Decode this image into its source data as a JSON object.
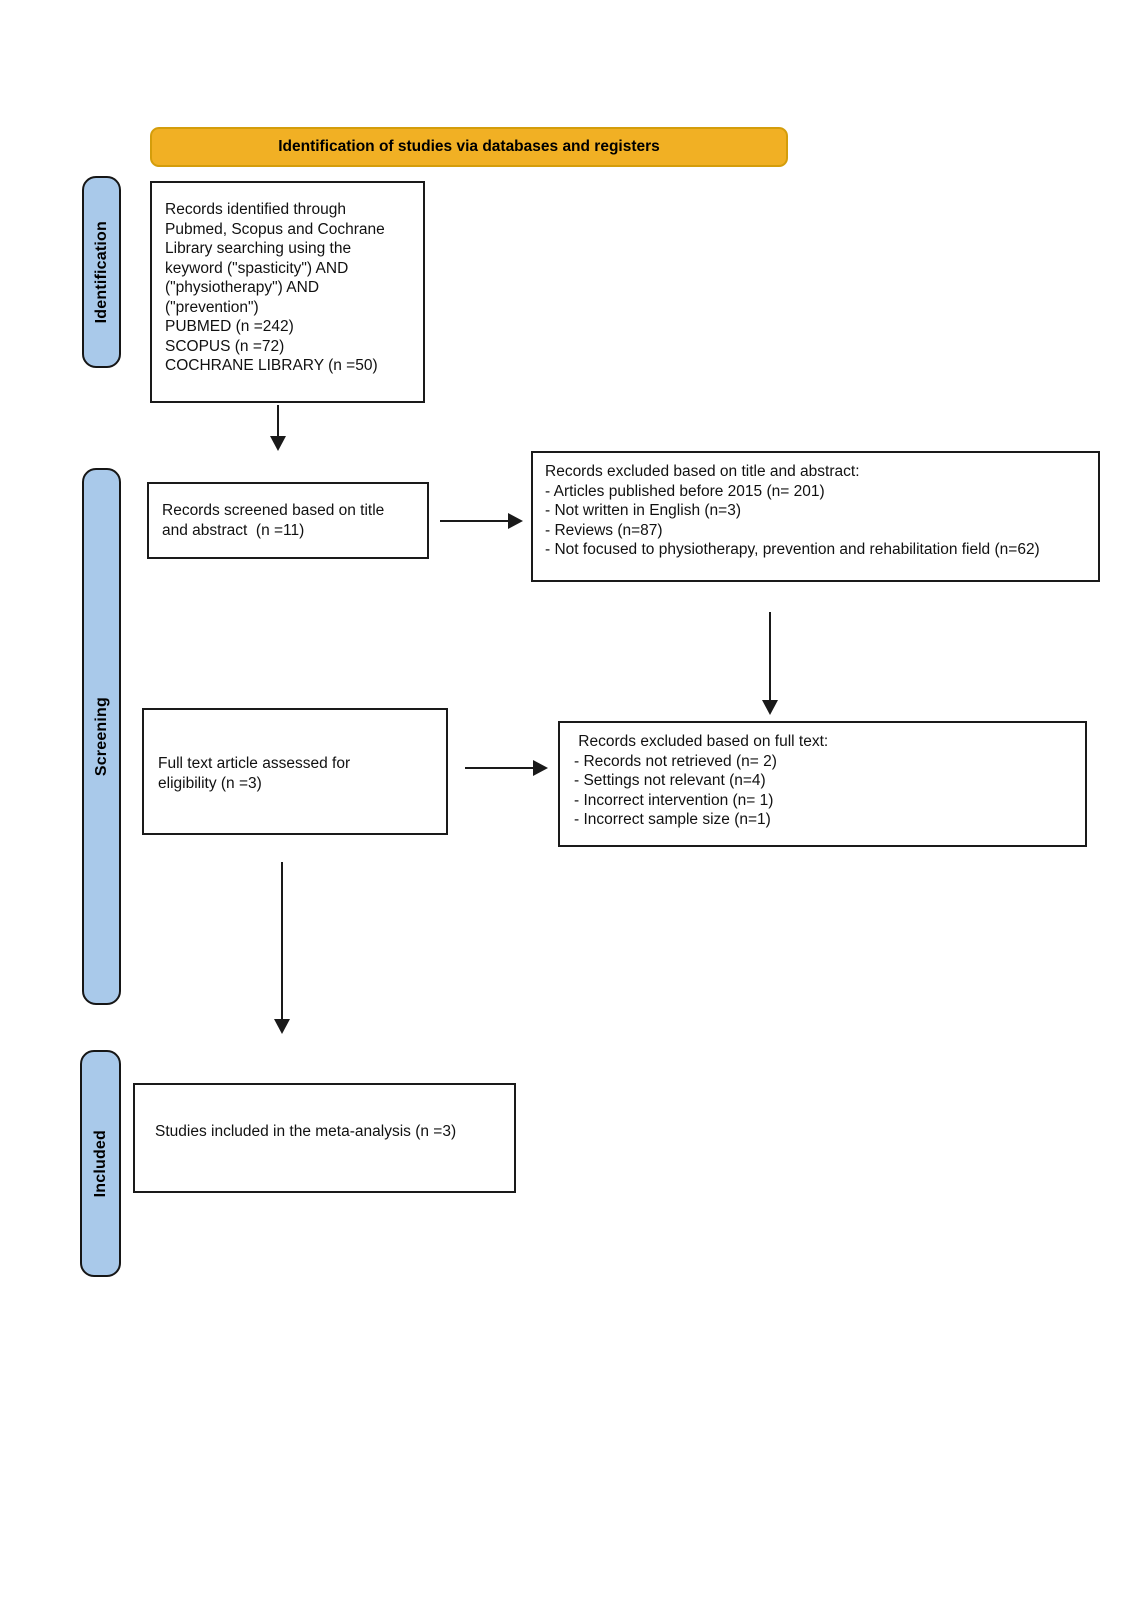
{
  "header": {
    "label": "Identification of studies via databases and registers"
  },
  "stages": {
    "identification": "Identification",
    "screening": "Screening",
    "included": "Included"
  },
  "boxes": {
    "identified": {
      "lines": [
        "Records identified through",
        "Pubmed, Scopus and Cochrane",
        "Library searching using the",
        "keyword (\"spasticity\") AND",
        "(\"physiotherapy\") AND",
        "(\"prevention\")",
        "PUBMED (n =242)",
        "SCOPUS (n =72)",
        "COCHRANE LIBRARY (n =50)"
      ]
    },
    "screened": {
      "lines": [
        "Records screened based on title",
        "and abstract  (n =11)"
      ]
    },
    "excluded_title_abstract": {
      "lines": [
        "Records excluded based on title and abstract:",
        "- Articles published before 2015 (n= 201)",
        "- Not written in English (n=3)",
        "- Reviews (n=87)",
        "- Not focused to physiotherapy, prevention and rehabilitation field (n=62)"
      ]
    },
    "full_text": {
      "lines": [
        "Full text article assessed for",
        "eligibility (n =3)"
      ]
    },
    "excluded_full_text": {
      "lines": [
        " Records excluded based on full text:",
        "- Records not retrieved (n= 2)",
        "- Settings not relevant (n=4)",
        "- Incorrect intervention (n= 1)",
        "- Incorrect sample size (n=1)"
      ]
    },
    "included": {
      "lines": [
        "Studies included in the meta-analysis (n =3)"
      ]
    }
  },
  "colors": {
    "banner_fill": "#F1B024",
    "banner_border": "#D49D0B",
    "stage_fill": "#A9C9EA",
    "box_border": "#1a1a1a",
    "arrow": "#1a1a1a",
    "background": "#ffffff"
  }
}
